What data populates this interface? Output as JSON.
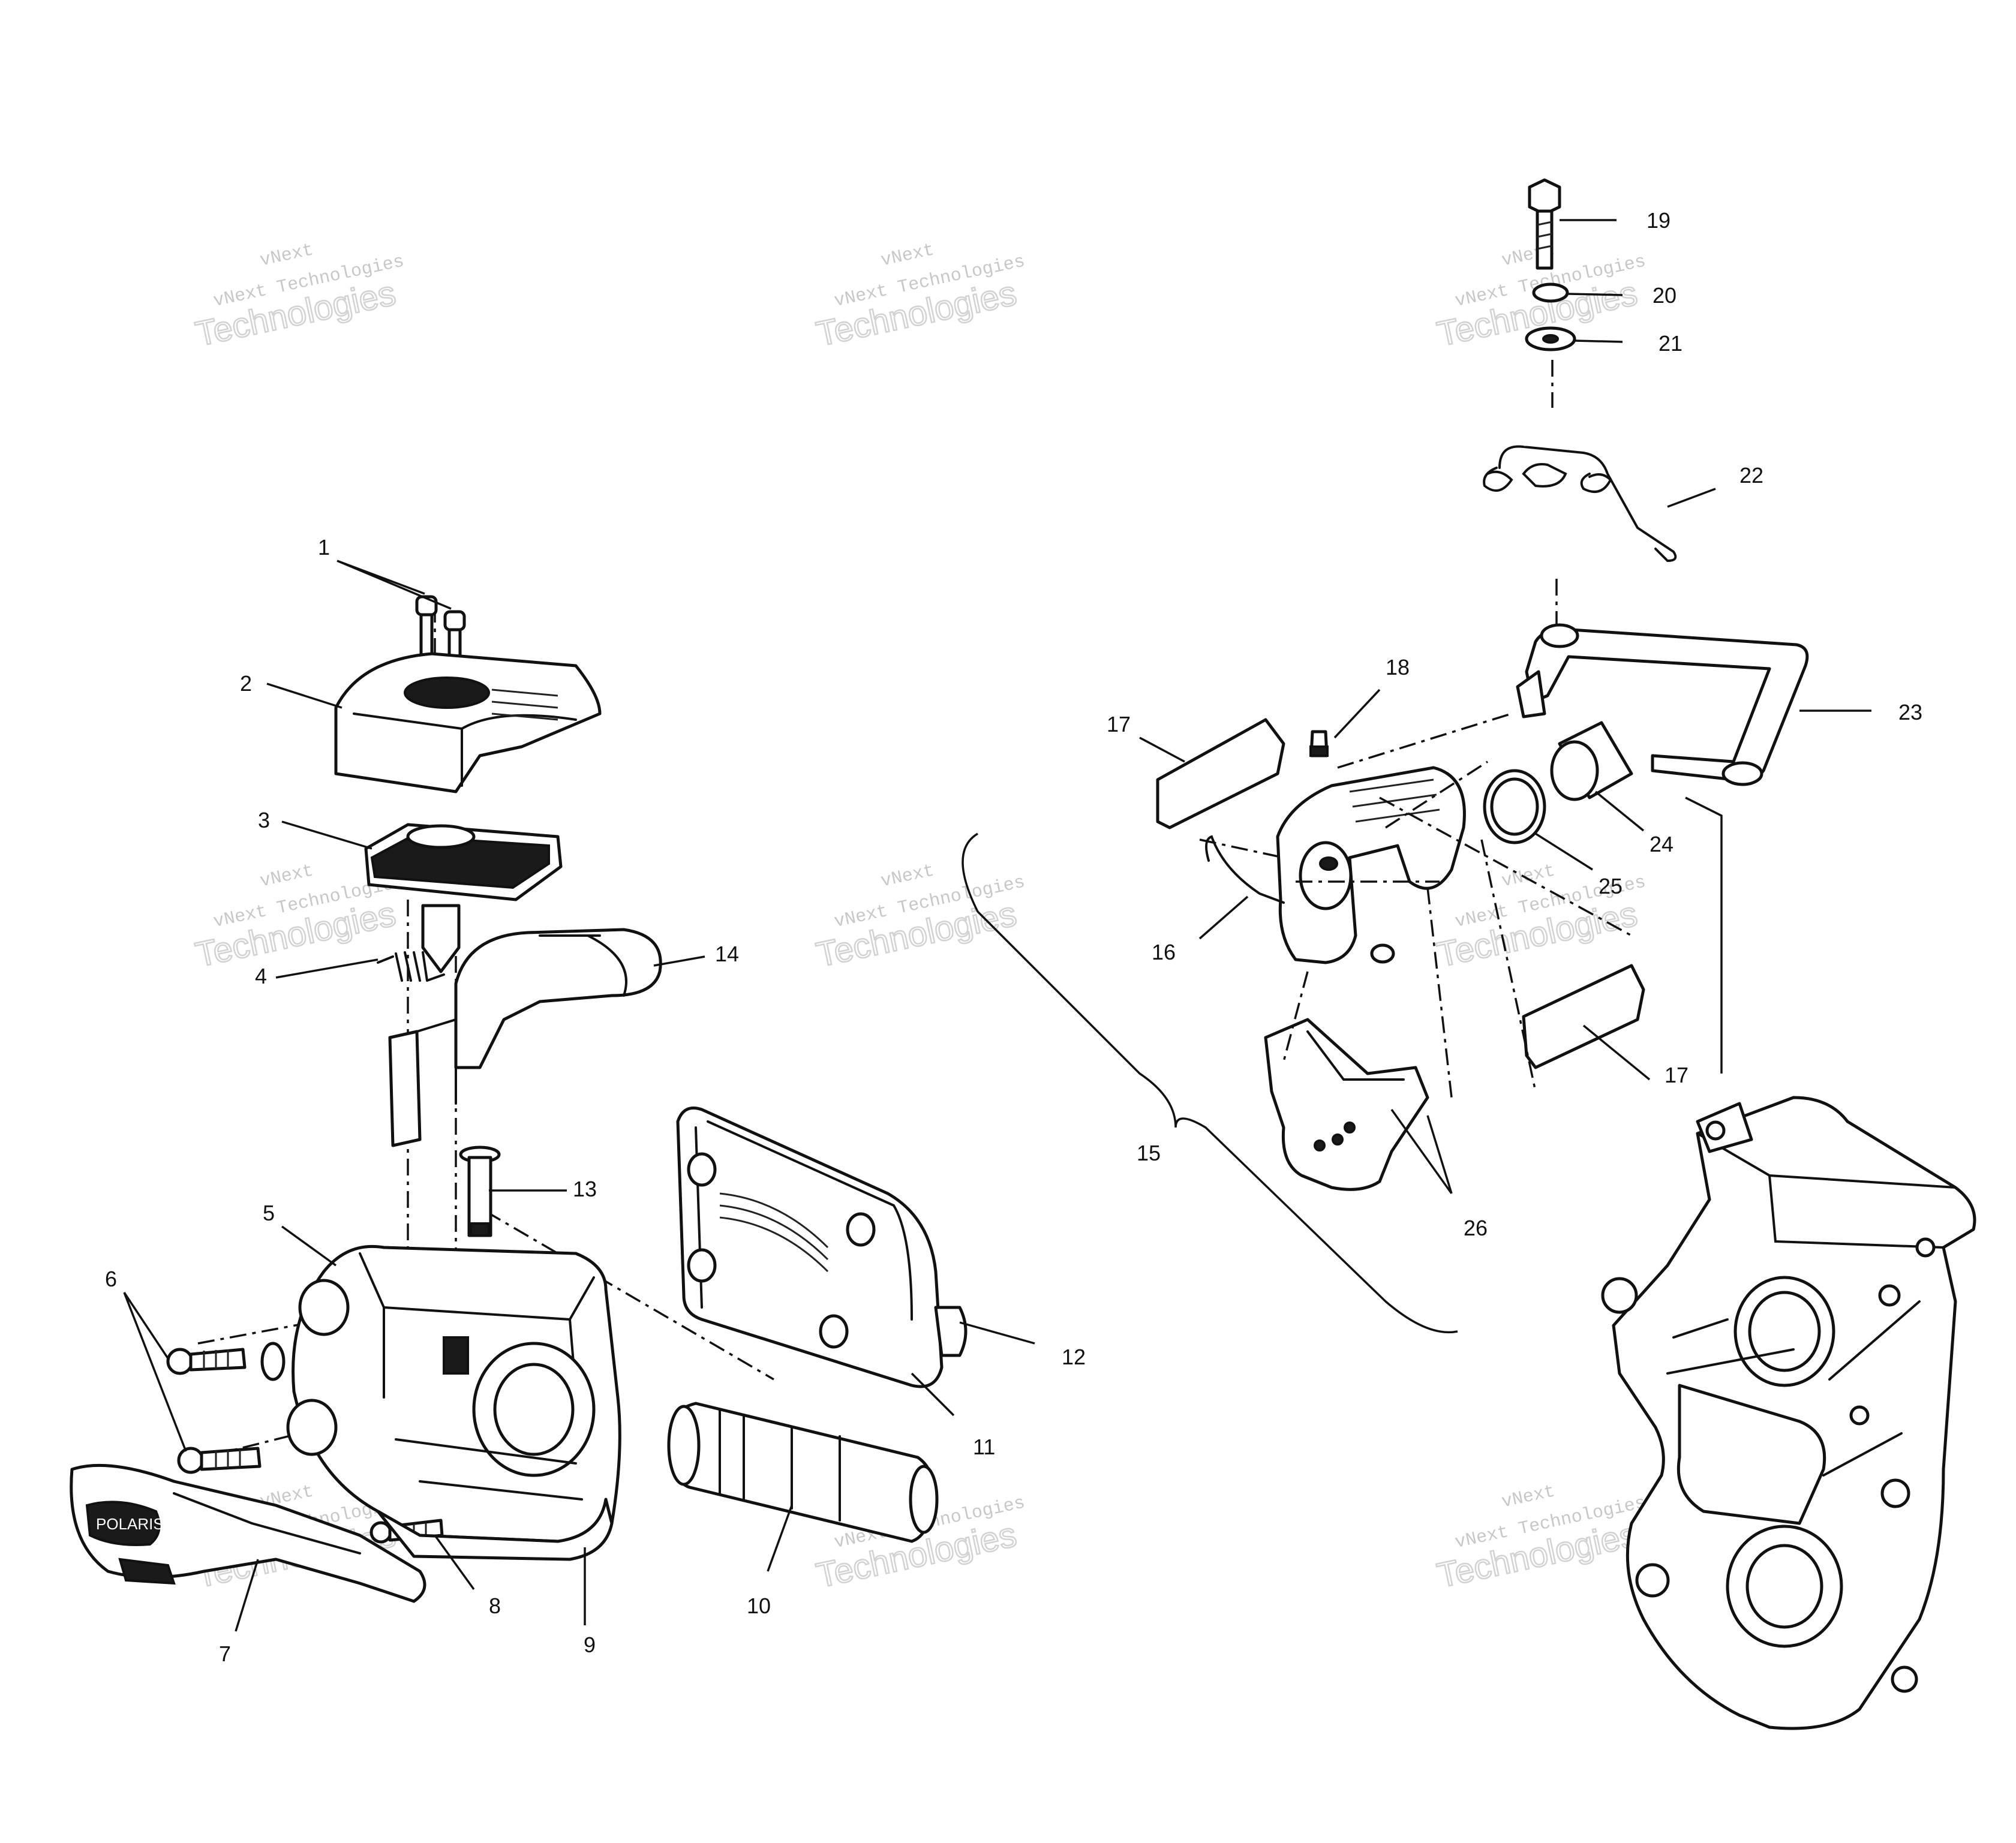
{
  "watermark": {
    "line1": "vNext",
    "line2": "vNext Technologies",
    "line3": "Technologies"
  },
  "callouts": {
    "c1": "1",
    "c2": "2",
    "c3": "3",
    "c4": "4",
    "c5": "5",
    "c6": "6",
    "c7": "7",
    "c8": "8",
    "c9": "9",
    "c10": "10",
    "c11": "11",
    "c12": "12",
    "c13": "13",
    "c14": "14",
    "c15": "15",
    "c16": "16",
    "c17a": "17",
    "c17b": "17",
    "c18": "18",
    "c19": "19",
    "c20": "20",
    "c21": "21",
    "c22": "22",
    "c23": "23",
    "c24": "24",
    "c25": "25",
    "c26": "26"
  },
  "lever_logo_text": "POLARIS",
  "colors": {
    "ink": "#111111",
    "paper": "#ffffff",
    "watermark": "#9a9a9a"
  }
}
